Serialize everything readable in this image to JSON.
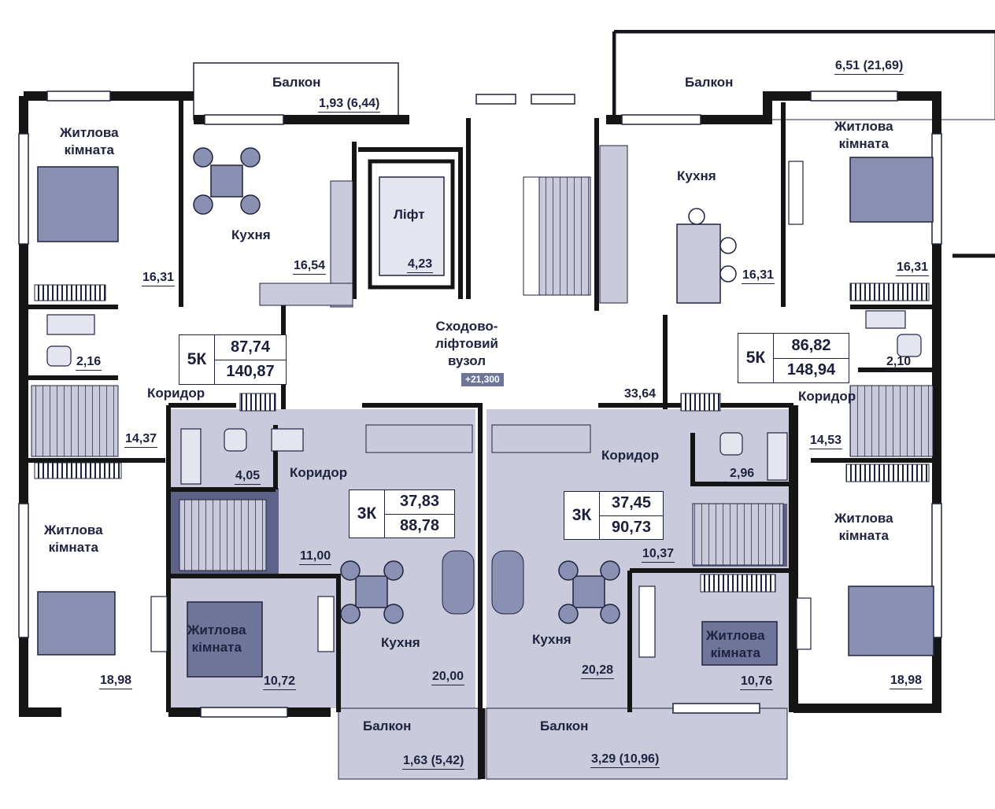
{
  "rooms": {
    "balcony_top_left": {
      "label": "Балкон",
      "area": "1,93 (6,44)"
    },
    "balcony_top_right": {
      "label": "Балкон",
      "area": "6,51 (21,69)"
    },
    "living_top_left": {
      "label": "Житлова\nкімната",
      "area": "16,31"
    },
    "kitchen_top_left": {
      "label": "Кухня",
      "area": "16,54"
    },
    "lift": {
      "label": "Ліфт",
      "area": "4,23"
    },
    "stair_node": {
      "label": "Сходово-\nліфтовий\nвузол",
      "level": "+21,300"
    },
    "kitchen_top_right": {
      "label": "Кухня",
      "area": "16,31"
    },
    "living_top_right": {
      "label": "Житлова\nкімната",
      "area": "16,31"
    },
    "bath_left": {
      "area": "2,16"
    },
    "bath_right": {
      "area": "2,10"
    },
    "corridor_left": {
      "label": "Коридор",
      "area": "14,37"
    },
    "corridor_right": {
      "label": "Коридор",
      "area": "14,53"
    },
    "hall_right_area": {
      "area": "33,64"
    },
    "bath_3k_left": {
      "area": "4,05"
    },
    "corridor_3k_left": {
      "label": "Коридор",
      "area": "11,00"
    },
    "corridor_3k_right": {
      "label": "Коридор",
      "area": "10,37"
    },
    "bath_3k_right": {
      "area": "2,96"
    },
    "living_bottom_left": {
      "label": "Житлова\nкімната",
      "area": "18,98"
    },
    "bedroom_3k_left": {
      "label": "Житлова\nкімната",
      "area": "10,72"
    },
    "kitchen_3k_left": {
      "label": "Кухня",
      "area": "20,00"
    },
    "kitchen_3k_right": {
      "label": "Кухня",
      "area": "20,28"
    },
    "bedroom_3k_right": {
      "label": "Житлова\nкімната",
      "area": "10,76"
    },
    "living_bottom_right": {
      "label": "Житлова\nкімната",
      "area": "18,98"
    },
    "balcony_bottom_left": {
      "label": "Балкон",
      "area": "1,63 (5,42)"
    },
    "balcony_bottom_right": {
      "label": "Балкон",
      "area": "3,29 (10,96)"
    }
  },
  "apartments": {
    "left_5k": {
      "type": "5К",
      "living": "87,74",
      "total": "140,87"
    },
    "right_5k": {
      "type": "5К",
      "living": "86,82",
      "total": "148,94"
    },
    "left_3k": {
      "type": "3К",
      "living": "37,83",
      "total": "88,78"
    },
    "right_3k": {
      "type": "3К",
      "living": "37,45",
      "total": "90,73"
    }
  },
  "colors": {
    "wall": "#151515",
    "shade": "#c9cbdc",
    "dark": "#5d6388",
    "furniture": "#9aa0bd",
    "line": "#20233f"
  }
}
